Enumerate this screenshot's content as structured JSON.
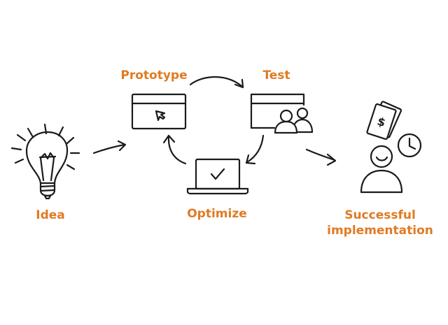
{
  "colors": {
    "label": "#e07b22",
    "ink": "#1b1b1b",
    "background": "#ffffff"
  },
  "steps": {
    "idea": {
      "label": "Idea",
      "icon": "lightbulb-icon"
    },
    "prototype": {
      "label": "Prototype",
      "icon": "browser-window-cursor-icon"
    },
    "test": {
      "label": "Test",
      "icon": "browser-window-users-icon"
    },
    "optimize": {
      "label": "Optimize",
      "icon": "laptop-check-icon"
    },
    "success": {
      "line1": "Successful",
      "line2": "implementation",
      "icon": "happy-person-money-clock-icon"
    }
  }
}
